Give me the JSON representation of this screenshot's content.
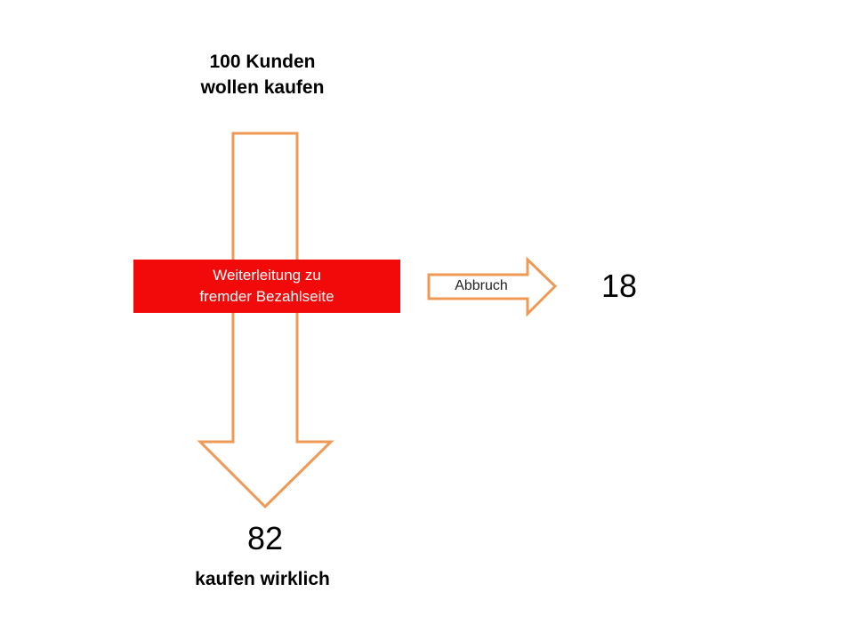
{
  "colors": {
    "arrow_stroke": "#EE9955",
    "step_box_fill": "#F20A0A",
    "step_box_text": "#FFFFFF",
    "text": "#000000"
  },
  "start": {
    "line1": "100 Kunden",
    "line2": "wollen kaufen"
  },
  "step": {
    "line1": "Weiterleitung zu",
    "line2": "fremder Bezahlseite"
  },
  "exit": {
    "label": "Abbruch",
    "count": "18"
  },
  "result": {
    "count": "82",
    "label": "kaufen wirklich"
  }
}
